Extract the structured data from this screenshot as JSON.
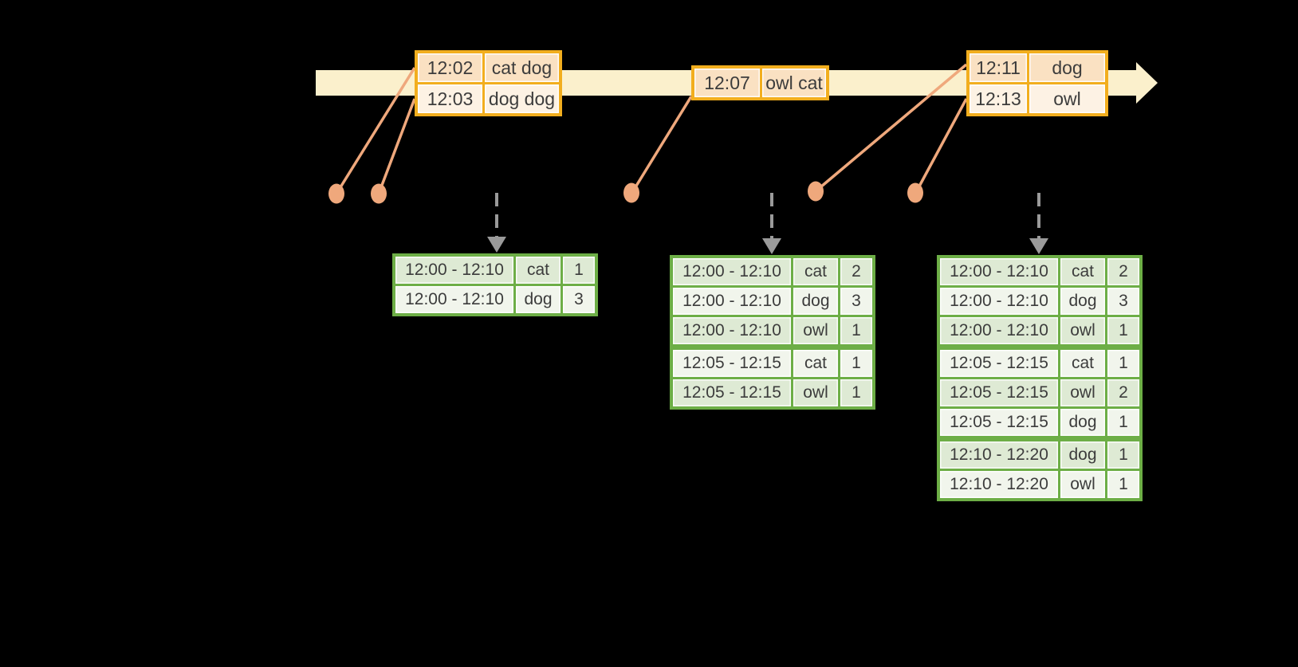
{
  "colors": {
    "background": "#000000",
    "timeline_fill": "#FBF0CC",
    "event_border": "#F2AE1E",
    "event_row_dark": "#FAE1C2",
    "event_row_light": "#FDF2E4",
    "result_border": "#6DAE46",
    "result_row_dark": "#DEEAD4",
    "result_row_light": "#F1F5EC",
    "connector": "#EFA87C",
    "trigger_arrow": "#9A9A9A",
    "text": "#3C3C3C"
  },
  "event_tables": [
    {
      "rows": [
        {
          "time": "12:02",
          "words": "cat dog"
        },
        {
          "time": "12:03",
          "words": "dog dog"
        }
      ]
    },
    {
      "rows": [
        {
          "time": "12:07",
          "words": "owl cat"
        }
      ]
    },
    {
      "rows": [
        {
          "time": "12:11",
          "words": "dog"
        },
        {
          "time": "12:13",
          "words": "owl"
        }
      ]
    }
  ],
  "result_tables": [
    {
      "rows": [
        {
          "window": "12:00 - 12:10",
          "word": "cat",
          "count": "1"
        },
        {
          "window": "12:00 - 12:10",
          "word": "dog",
          "count": "3"
        }
      ],
      "thick_separator_before_rows": []
    },
    {
      "rows": [
        {
          "window": "12:00 - 12:10",
          "word": "cat",
          "count": "2"
        },
        {
          "window": "12:00 - 12:10",
          "word": "dog",
          "count": "3"
        },
        {
          "window": "12:00 - 12:10",
          "word": "owl",
          "count": "1"
        },
        {
          "window": "12:05 - 12:15",
          "word": "cat",
          "count": "1"
        },
        {
          "window": "12:05 - 12:15",
          "word": "owl",
          "count": "1"
        }
      ],
      "thick_separator_before_rows": [
        3
      ]
    },
    {
      "rows": [
        {
          "window": "12:00 - 12:10",
          "word": "cat",
          "count": "2"
        },
        {
          "window": "12:00 - 12:10",
          "word": "dog",
          "count": "3"
        },
        {
          "window": "12:00 - 12:10",
          "word": "owl",
          "count": "1"
        },
        {
          "window": "12:05 - 12:15",
          "word": "cat",
          "count": "1"
        },
        {
          "window": "12:05 - 12:15",
          "word": "owl",
          "count": "2"
        },
        {
          "window": "12:05 - 12:15",
          "word": "dog",
          "count": "1"
        },
        {
          "window": "12:10 - 12:20",
          "word": "dog",
          "count": "1"
        },
        {
          "window": "12:10 - 12:20",
          "word": "owl",
          "count": "1"
        }
      ],
      "thick_separator_before_rows": [
        3,
        6
      ]
    }
  ]
}
